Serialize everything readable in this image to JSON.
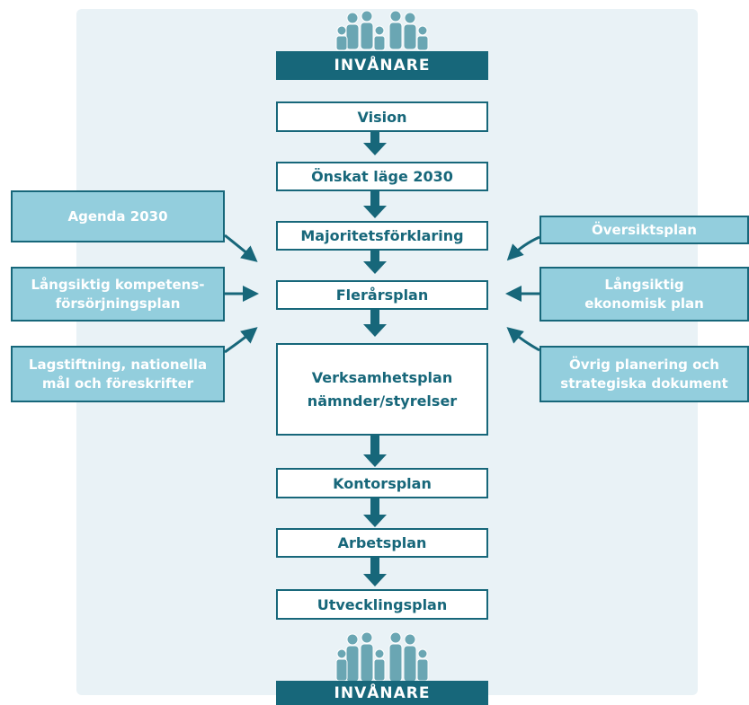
{
  "top_banner": "INVÅNARE",
  "bottom_banner": "INVÅNARE",
  "main_steps": {
    "vision": "Vision",
    "onskat": "Önskat läge 2030",
    "majoritet": "Majoritetsförklaring",
    "flerars": "Flerårsplan",
    "verksamhet": "Verksamhetsplan nämnder/styrelser",
    "kontor": "Kontorsplan",
    "arbets": "Arbetsplan",
    "utveckling": "Utvecklingsplan"
  },
  "left_inputs": {
    "agenda": "Agenda 2030",
    "kompetens": "Långsiktig kompetens-försörjningsplan",
    "lagstiftning": "Lagstiftning, nationella mål och föreskrifter"
  },
  "right_inputs": {
    "oversikt": "Översiktsplan",
    "ekonomisk": "Långsiktig ekonomisk plan",
    "ovrig": "Övrig planering och strategiska dokument"
  },
  "colors": {
    "dark_teal": "#17677a",
    "light_teal": "#93cedd",
    "panel": "#e9f2f6"
  }
}
